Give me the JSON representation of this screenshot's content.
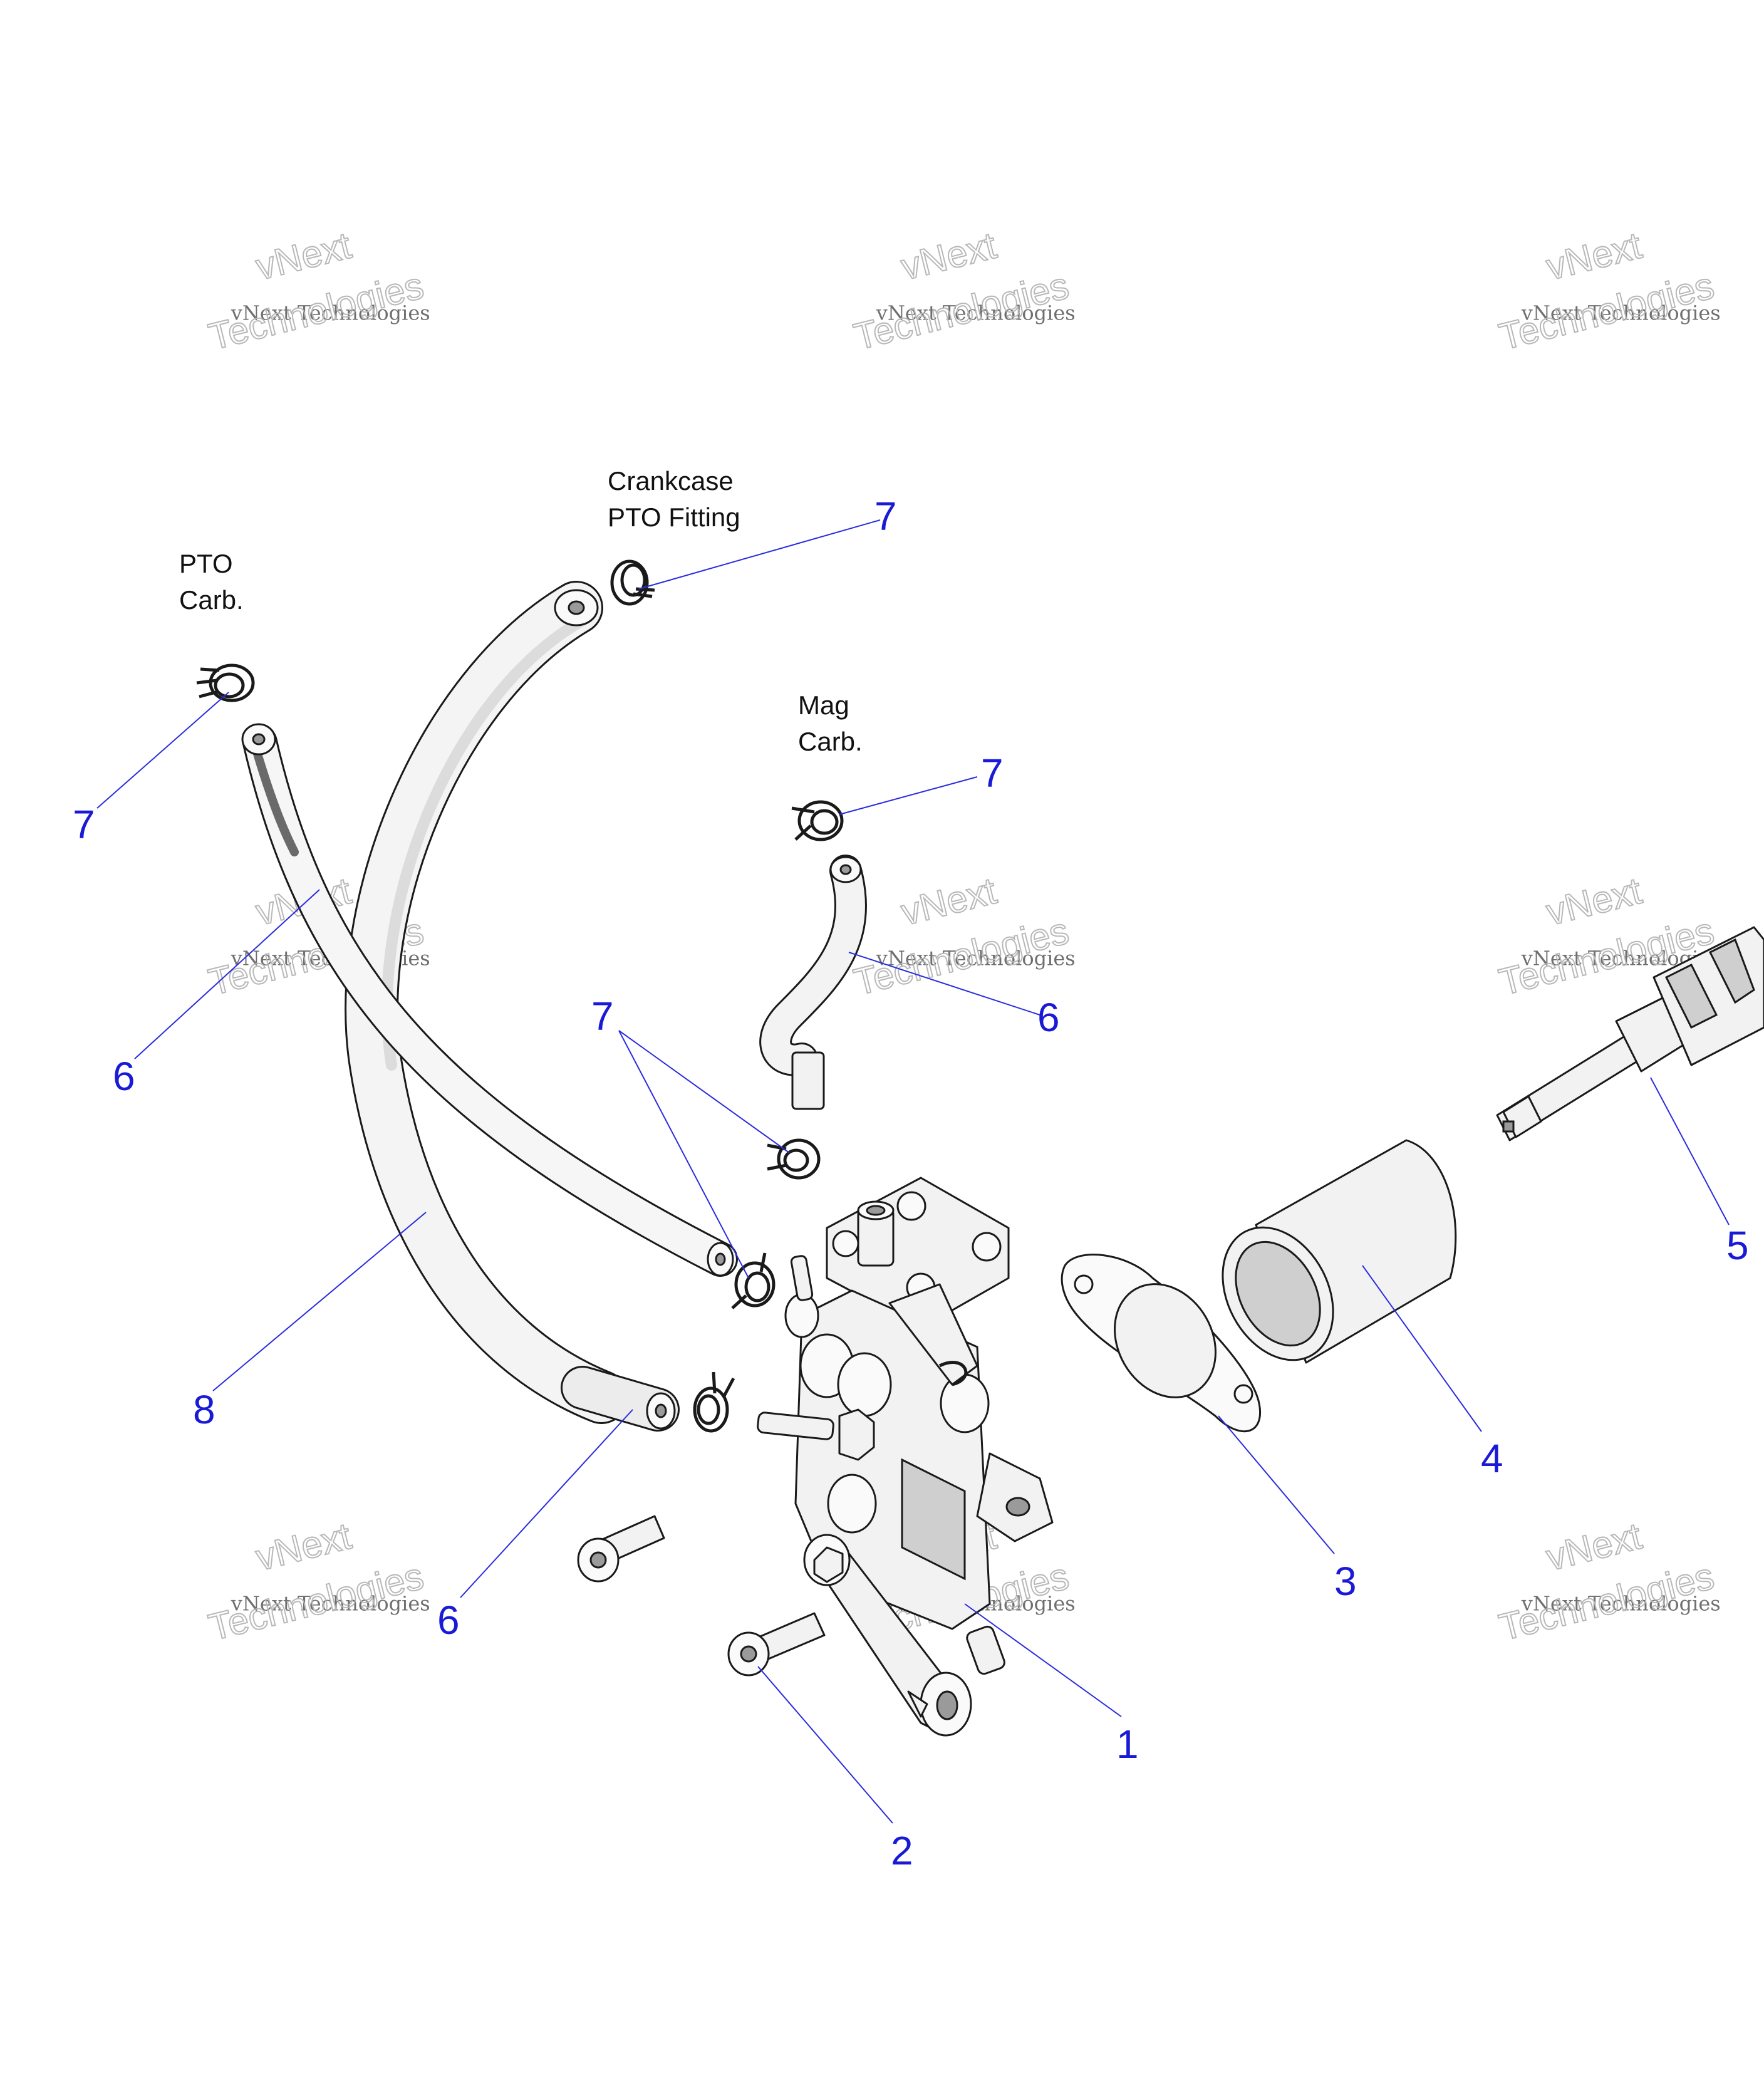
{
  "watermark": {
    "line1": "vNext",
    "line2": "vNext Technologies",
    "line3": "Technologies"
  },
  "notes": {
    "pto_carb": [
      "PTO",
      "Carb."
    ],
    "crankcase_fitting": [
      "Crankcase",
      "PTO Fitting"
    ],
    "mag_carb": [
      "Mag",
      "Carb."
    ]
  },
  "callouts": {
    "c1": "1",
    "c2": "2",
    "c3": "3",
    "c4": "4",
    "c5": "5",
    "c6a": "6",
    "c6b": "6",
    "c6c": "6",
    "c7a": "7",
    "c7b": "7",
    "c7c": "7",
    "c7d": "7",
    "c8": "8"
  },
  "colors": {
    "callout": "#1a1ad6",
    "leader": "#2b2be0",
    "line": "#1a1a1a"
  }
}
